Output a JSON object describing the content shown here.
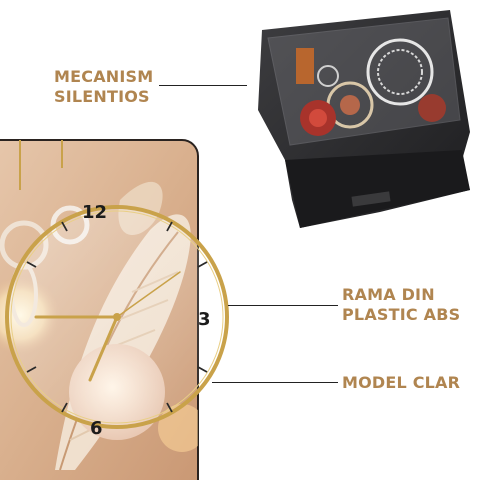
{
  "callouts": {
    "mechanism_line1": "MECANISM",
    "mechanism_line2": "SILENTIOS",
    "frame_line1": "RAMA DIN",
    "frame_line2": "PLASTIC ABS",
    "model": "MODEL CLAR"
  },
  "clock_face": {
    "numeral_12": "12",
    "numeral_3": "3",
    "numeral_6": "6"
  },
  "colors": {
    "label_accent": "#b08550",
    "clock_ring": "#c9a24a",
    "mechanism_body": "#2b2b2d"
  }
}
